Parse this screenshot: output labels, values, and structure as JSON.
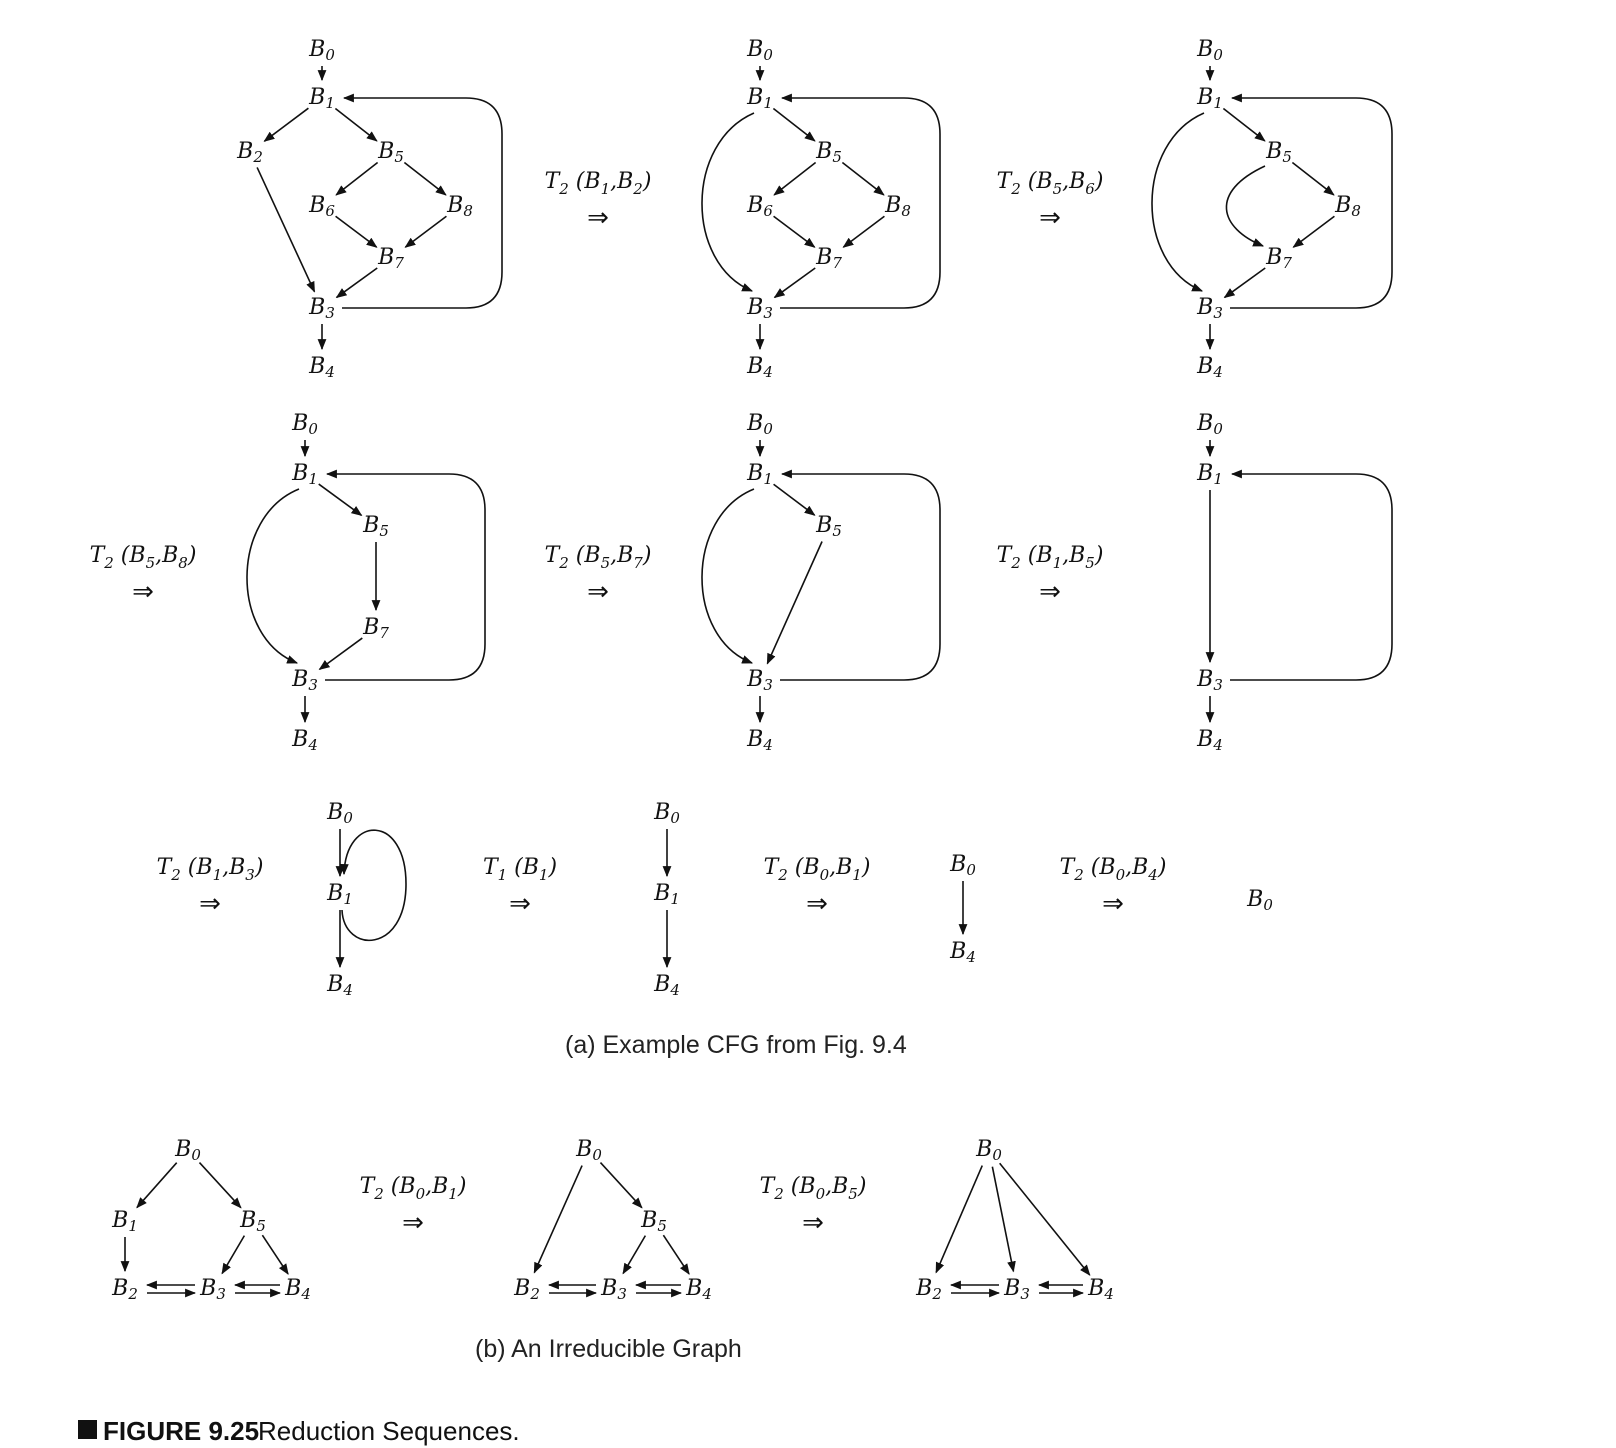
{
  "figure": {
    "label": "FIGURE 9.25",
    "caption": "Reduction Sequences."
  },
  "captions": {
    "a": "(a) Example CFG  from Fig. 9.4",
    "b": "(b) An Irreducible Graph"
  },
  "implies_symbol": "⇒",
  "nodes": [
    "B0",
    "B1",
    "B2",
    "B3",
    "B4",
    "B5",
    "B6",
    "B7",
    "B8"
  ],
  "part_a": {
    "graphs": [
      {
        "nodes": [
          "B0",
          "B1",
          "B2",
          "B3",
          "B4",
          "B5",
          "B6",
          "B7",
          "B8"
        ],
        "edges": [
          [
            "B0",
            "B1"
          ],
          [
            "B1",
            "B2"
          ],
          [
            "B1",
            "B5"
          ],
          [
            "B2",
            "B3"
          ],
          [
            "B5",
            "B6"
          ],
          [
            "B5",
            "B8"
          ],
          [
            "B6",
            "B7"
          ],
          [
            "B8",
            "B7"
          ],
          [
            "B7",
            "B3"
          ],
          [
            "B3",
            "B4"
          ],
          [
            "B3",
            "B1"
          ]
        ]
      },
      {
        "nodes": [
          "B0",
          "B1",
          "B3",
          "B4",
          "B5",
          "B6",
          "B7",
          "B8"
        ],
        "edges": [
          [
            "B0",
            "B1"
          ],
          [
            "B1",
            "B3"
          ],
          [
            "B1",
            "B5"
          ],
          [
            "B5",
            "B6"
          ],
          [
            "B5",
            "B8"
          ],
          [
            "B6",
            "B7"
          ],
          [
            "B8",
            "B7"
          ],
          [
            "B7",
            "B3"
          ],
          [
            "B3",
            "B4"
          ],
          [
            "B3",
            "B1"
          ]
        ]
      },
      {
        "nodes": [
          "B0",
          "B1",
          "B3",
          "B4",
          "B5",
          "B7",
          "B8"
        ],
        "edges": [
          [
            "B0",
            "B1"
          ],
          [
            "B1",
            "B3"
          ],
          [
            "B1",
            "B5"
          ],
          [
            "B5",
            "B7"
          ],
          [
            "B5",
            "B8"
          ],
          [
            "B8",
            "B7"
          ],
          [
            "B7",
            "B3"
          ],
          [
            "B3",
            "B4"
          ],
          [
            "B3",
            "B1"
          ]
        ]
      },
      {
        "nodes": [
          "B0",
          "B1",
          "B3",
          "B4",
          "B5",
          "B7"
        ],
        "edges": [
          [
            "B0",
            "B1"
          ],
          [
            "B1",
            "B3"
          ],
          [
            "B1",
            "B5"
          ],
          [
            "B5",
            "B7"
          ],
          [
            "B7",
            "B3"
          ],
          [
            "B3",
            "B4"
          ],
          [
            "B3",
            "B1"
          ]
        ]
      },
      {
        "nodes": [
          "B0",
          "B1",
          "B3",
          "B4",
          "B5"
        ],
        "edges": [
          [
            "B0",
            "B1"
          ],
          [
            "B1",
            "B3"
          ],
          [
            "B1",
            "B5"
          ],
          [
            "B5",
            "B3"
          ],
          [
            "B3",
            "B4"
          ],
          [
            "B3",
            "B1"
          ]
        ]
      },
      {
        "nodes": [
          "B0",
          "B1",
          "B3",
          "B4"
        ],
        "edges": [
          [
            "B0",
            "B1"
          ],
          [
            "B1",
            "B3"
          ],
          [
            "B3",
            "B4"
          ],
          [
            "B3",
            "B1"
          ]
        ]
      },
      {
        "nodes": [
          "B0",
          "B1",
          "B4"
        ],
        "edges": [
          [
            "B0",
            "B1"
          ],
          [
            "B1",
            "B1"
          ],
          [
            "B1",
            "B4"
          ]
        ]
      },
      {
        "nodes": [
          "B0",
          "B1",
          "B4"
        ],
        "edges": [
          [
            "B0",
            "B1"
          ],
          [
            "B1",
            "B4"
          ]
        ]
      },
      {
        "nodes": [
          "B0",
          "B4"
        ],
        "edges": [
          [
            "B0",
            "B4"
          ]
        ]
      },
      {
        "nodes": [
          "B0"
        ],
        "edges": []
      }
    ],
    "transforms": [
      {
        "op": "T",
        "sub": "2",
        "args": [
          "B1",
          "B2"
        ]
      },
      {
        "op": "T",
        "sub": "2",
        "args": [
          "B5",
          "B6"
        ]
      },
      {
        "op": "T",
        "sub": "2",
        "args": [
          "B5",
          "B8"
        ]
      },
      {
        "op": "T",
        "sub": "2",
        "args": [
          "B5",
          "B7"
        ]
      },
      {
        "op": "T",
        "sub": "2",
        "args": [
          "B1",
          "B5"
        ]
      },
      {
        "op": "T",
        "sub": "2",
        "args": [
          "B1",
          "B3"
        ]
      },
      {
        "op": "T",
        "sub": "1",
        "args": [
          "B1"
        ]
      },
      {
        "op": "T",
        "sub": "2",
        "args": [
          "B0",
          "B1"
        ]
      },
      {
        "op": "T",
        "sub": "2",
        "args": [
          "B0",
          "B4"
        ]
      }
    ]
  },
  "part_b": {
    "graphs": [
      {
        "nodes": [
          "B0",
          "B1",
          "B2",
          "B3",
          "B4",
          "B5"
        ],
        "edges": [
          [
            "B0",
            "B1"
          ],
          [
            "B0",
            "B5"
          ],
          [
            "B1",
            "B2"
          ],
          [
            "B5",
            "B3"
          ],
          [
            "B5",
            "B4"
          ],
          [
            "B2",
            "B3"
          ],
          [
            "B3",
            "B2"
          ],
          [
            "B3",
            "B4"
          ],
          [
            "B4",
            "B3"
          ]
        ]
      },
      {
        "nodes": [
          "B0",
          "B2",
          "B3",
          "B4",
          "B5"
        ],
        "edges": [
          [
            "B0",
            "B2"
          ],
          [
            "B0",
            "B5"
          ],
          [
            "B5",
            "B3"
          ],
          [
            "B5",
            "B4"
          ],
          [
            "B2",
            "B3"
          ],
          [
            "B3",
            "B2"
          ],
          [
            "B3",
            "B4"
          ],
          [
            "B4",
            "B3"
          ]
        ]
      },
      {
        "nodes": [
          "B0",
          "B2",
          "B3",
          "B4"
        ],
        "edges": [
          [
            "B0",
            "B2"
          ],
          [
            "B0",
            "B3"
          ],
          [
            "B0",
            "B4"
          ],
          [
            "B2",
            "B3"
          ],
          [
            "B3",
            "B2"
          ],
          [
            "B3",
            "B4"
          ],
          [
            "B4",
            "B3"
          ]
        ]
      }
    ],
    "transforms": [
      {
        "op": "T",
        "sub": "2",
        "args": [
          "B0",
          "B1"
        ]
      },
      {
        "op": "T",
        "sub": "2",
        "args": [
          "B0",
          "B5"
        ]
      }
    ]
  }
}
